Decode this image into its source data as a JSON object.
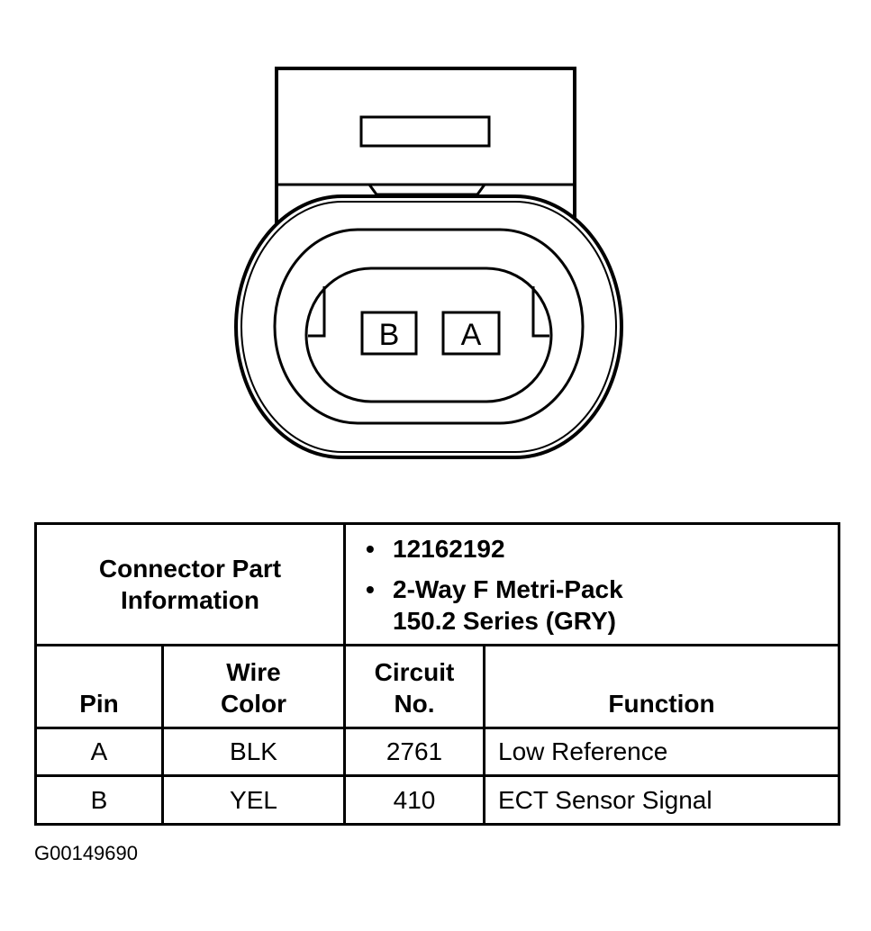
{
  "connector": {
    "pins": [
      "B",
      "A"
    ]
  },
  "part_info": {
    "label": "Connector Part\nInformation",
    "items": [
      "12162192",
      "2-Way F Metri-Pack\n150.2 Series (GRY)"
    ]
  },
  "table": {
    "headers": {
      "pin": "Pin",
      "wire_color": "Wire\nColor",
      "circuit": "Circuit\nNo.",
      "function": "Function"
    },
    "rows": [
      {
        "pin": "A",
        "wire_color": "BLK",
        "circuit": "2761",
        "function": "Low Reference"
      },
      {
        "pin": "B",
        "wire_color": "YEL",
        "circuit": "410",
        "function": "ECT Sensor Signal"
      }
    ]
  },
  "figure_id": "G00149690"
}
